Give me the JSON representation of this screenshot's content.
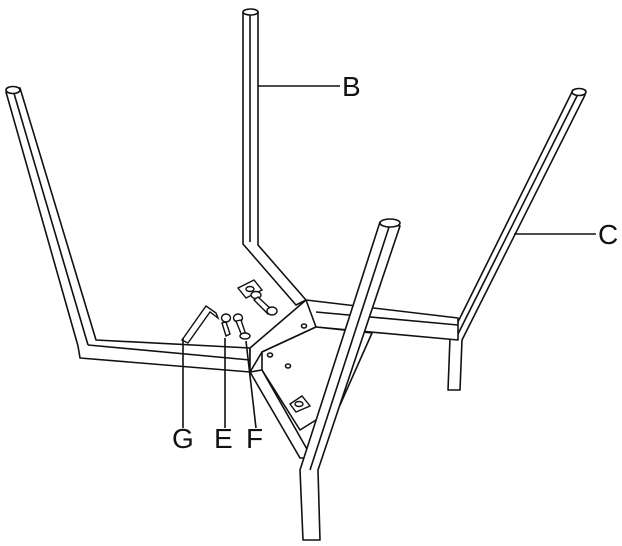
{
  "labels": {
    "b": "B",
    "c": "C",
    "e": "E",
    "f": "F",
    "g": "G"
  },
  "colors": {
    "line": "#111111",
    "background": "#ffffff"
  }
}
